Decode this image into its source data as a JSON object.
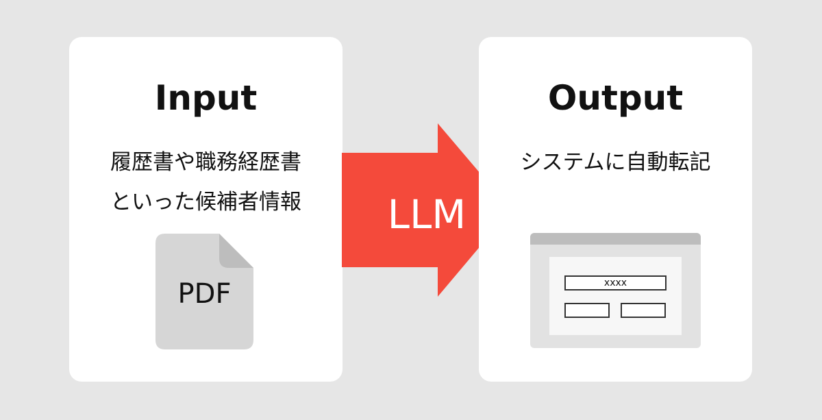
{
  "colors": {
    "background": "#e6e6e6",
    "card": "#ffffff",
    "arrow": "#f44a3b",
    "document": "#d6d6d6",
    "document_fold": "#bdbdbd"
  },
  "input_card": {
    "title": "Input",
    "description_lines": [
      "履歴書や職務経歴書",
      "といった候補者情報"
    ],
    "document": {
      "icon": "pdf-document-icon",
      "label": "PDF"
    }
  },
  "arrow": {
    "icon": "right-arrow-icon",
    "label": "LLM"
  },
  "output_card": {
    "title": "Output",
    "description_lines": [
      "システムに自動転記"
    ],
    "browser": {
      "icon": "browser-window-icon",
      "fields": [
        {
          "name": "wide-field",
          "text": "xxxx"
        },
        {
          "name": "left-field",
          "text": ""
        },
        {
          "name": "right-field",
          "text": ""
        }
      ]
    }
  }
}
